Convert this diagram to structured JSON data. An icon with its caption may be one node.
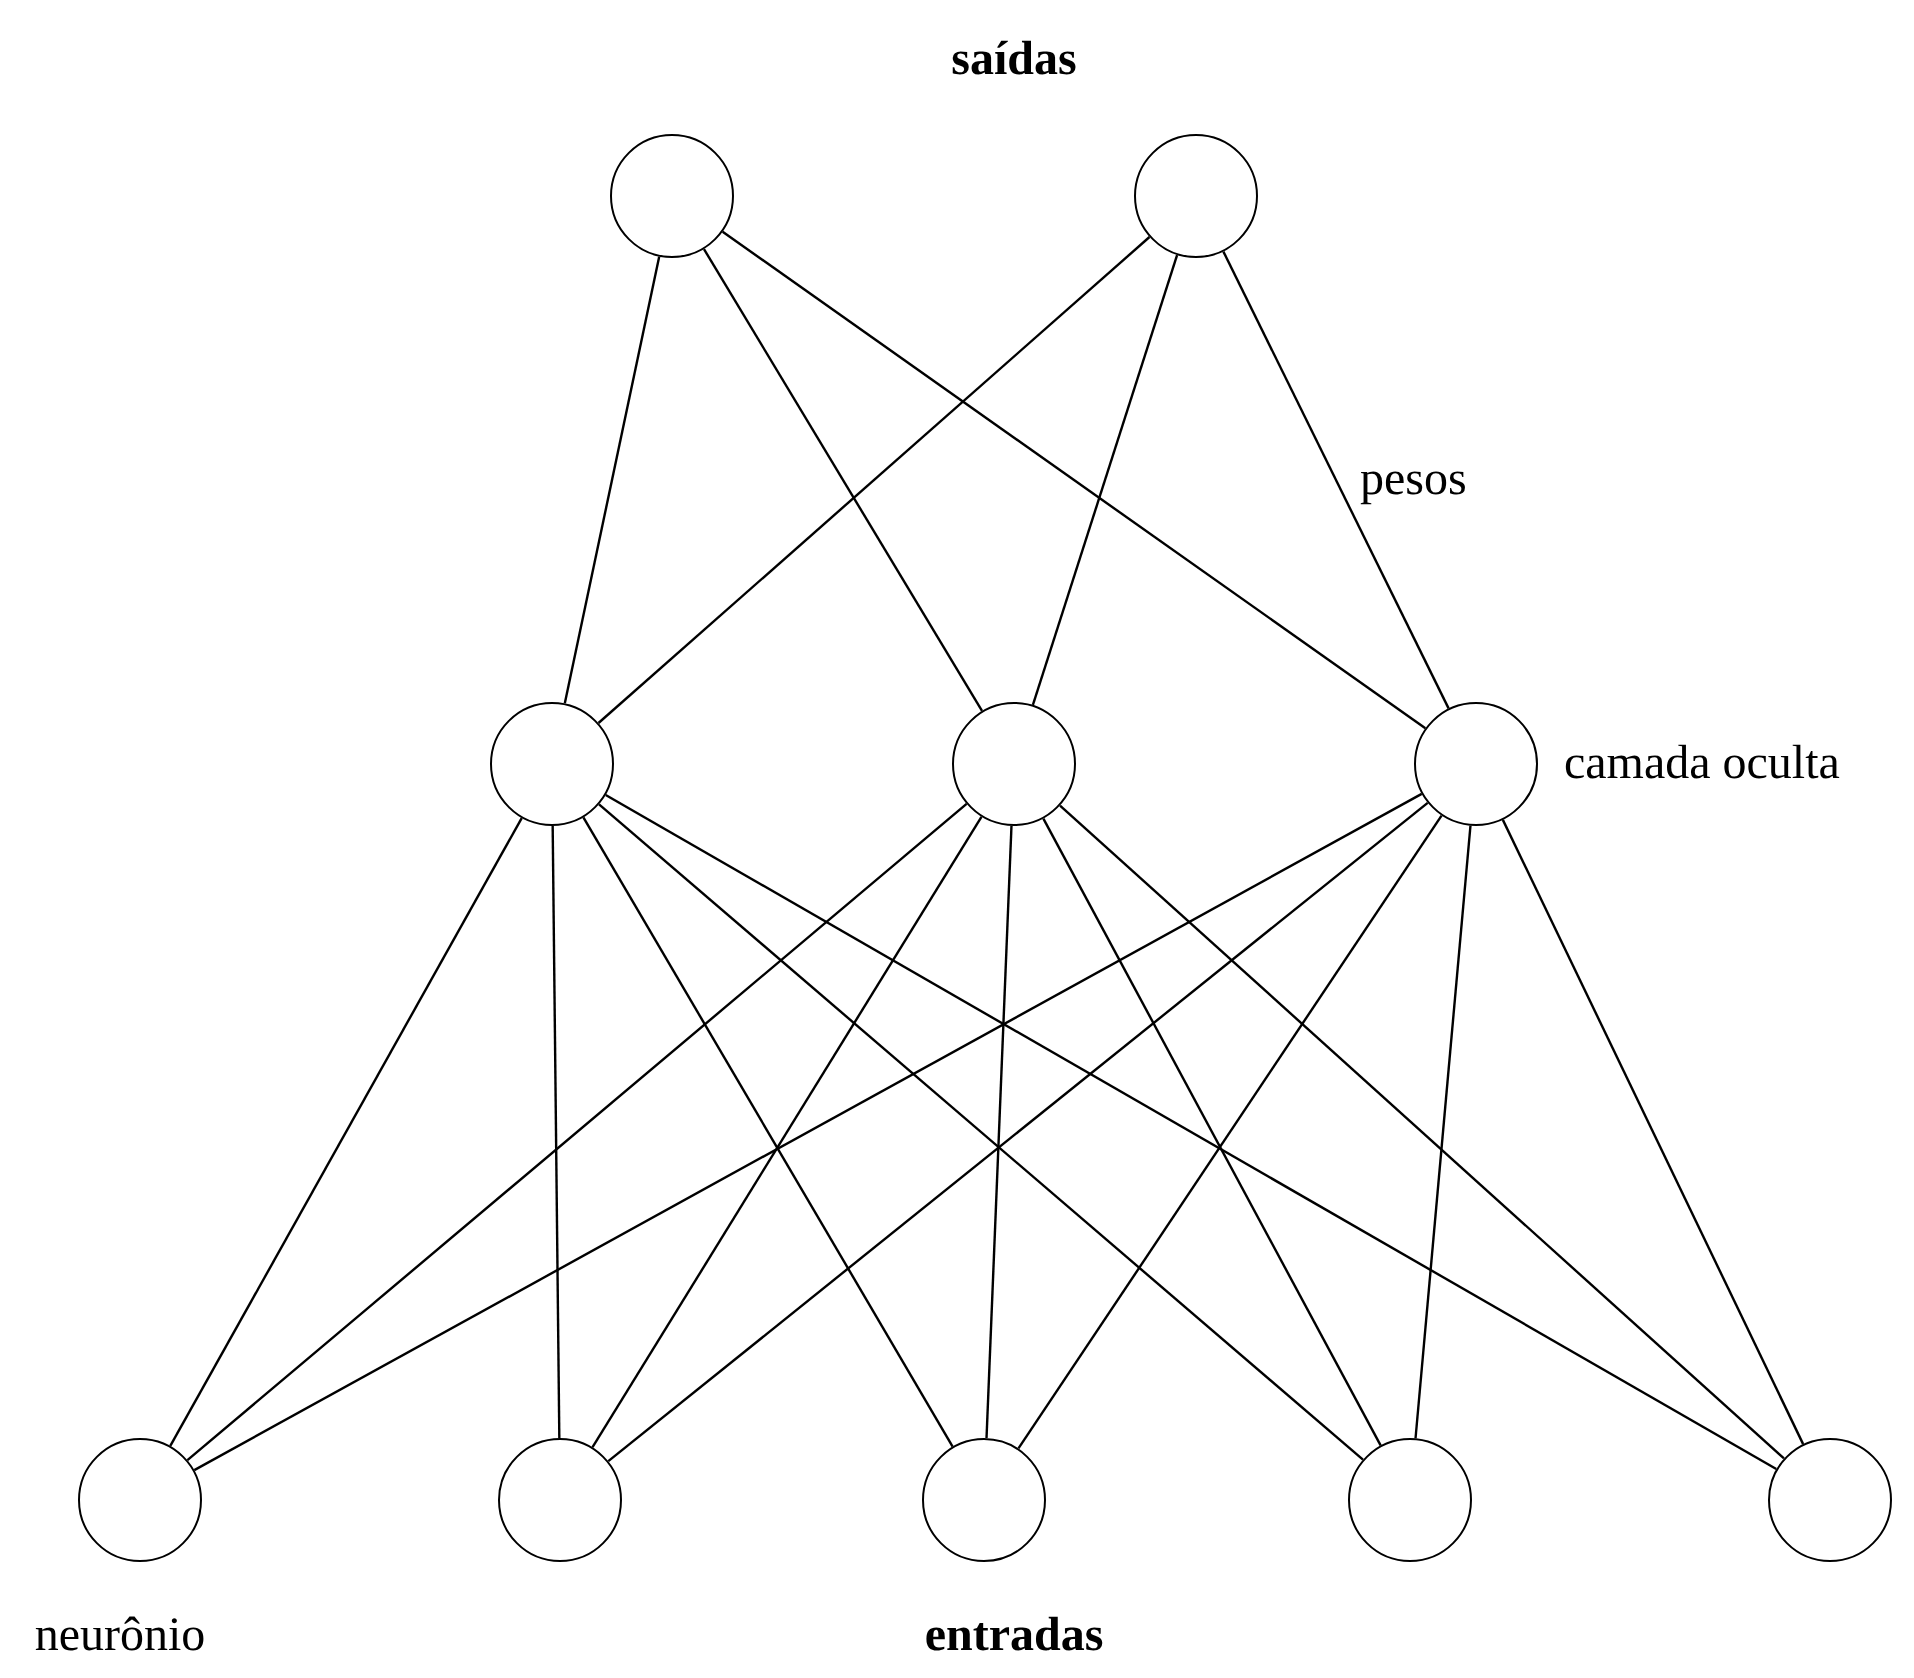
{
  "diagram": {
    "nodes": [
      {
        "text": [],
        "shape": "circle"
      },
      {
        "text": [],
        "shape": "circle"
      },
      {
        "text": [],
        "shape": "circle"
      },
      {
        "text": [],
        "shape": "circle"
      },
      {
        "text": [],
        "shape": "circle",
        "beside": [
          "camada oculta"
        ]
      },
      {
        "text": [],
        "shape": "circle",
        "beside": [
          "neurônio"
        ]
      },
      {
        "text": [],
        "shape": "circle"
      },
      {
        "text": [],
        "shape": "circle"
      },
      {
        "text": [],
        "shape": "circle"
      },
      {
        "text": [],
        "shape": "circle"
      }
    ],
    "edges": [
      {
        "from": 0,
        "to": 2,
        "arrow": "none"
      },
      {
        "from": 0,
        "to": 3,
        "arrow": "none"
      },
      {
        "from": 0,
        "to": 4,
        "arrow": "none"
      },
      {
        "from": 1,
        "to": 2,
        "arrow": "none"
      },
      {
        "from": 1,
        "to": 3,
        "arrow": "none"
      },
      {
        "from": 1,
        "to": 4,
        "arrow": "none"
      },
      {
        "from": 2,
        "to": 5,
        "arrow": "none"
      },
      {
        "from": 2,
        "to": 6,
        "arrow": "none"
      },
      {
        "from": 2,
        "to": 7,
        "arrow": "none"
      },
      {
        "from": 2,
        "to": 8,
        "arrow": "none"
      },
      {
        "from": 2,
        "to": 9,
        "arrow": "none"
      },
      {
        "from": 3,
        "to": 5,
        "arrow": "none"
      },
      {
        "from": 3,
        "to": 6,
        "arrow": "none"
      },
      {
        "from": 3,
        "to": 7,
        "arrow": "none"
      },
      {
        "from": 3,
        "to": 8,
        "arrow": "none"
      },
      {
        "from": 3,
        "to": 9,
        "arrow": "none"
      },
      {
        "from": 4,
        "to": 5,
        "arrow": "none"
      },
      {
        "from": 4,
        "to": 6,
        "arrow": "none"
      },
      {
        "from": 4,
        "to": 7,
        "arrow": "none"
      },
      {
        "from": 4,
        "to": 8,
        "arrow": "none"
      },
      {
        "from": 4,
        "to": 9,
        "arrow": "none"
      }
    ],
    "labels": [
      "saídas",
      "pesos",
      "entradas"
    ]
  }
}
